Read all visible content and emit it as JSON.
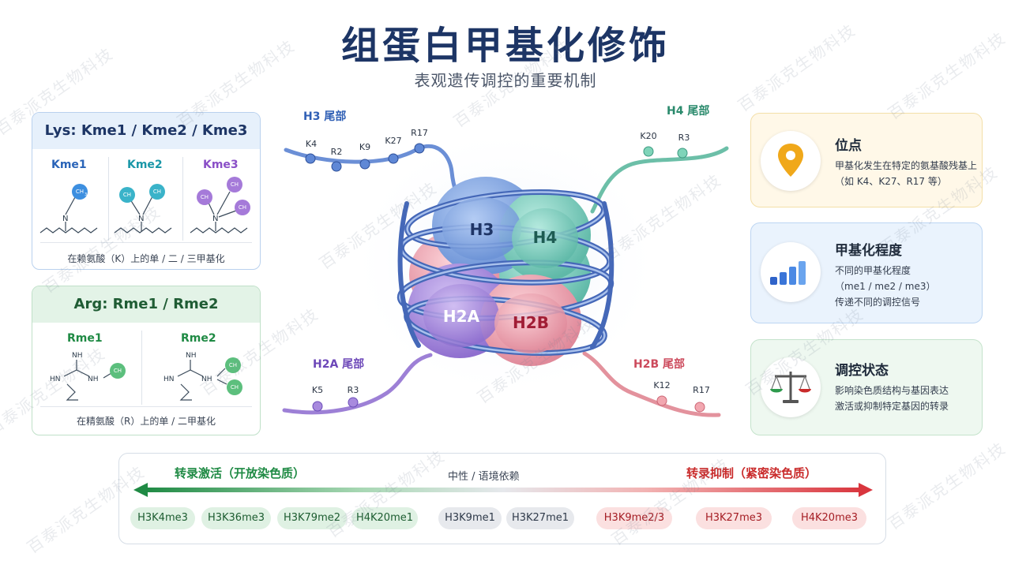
{
  "title": "组蛋白甲基化修饰",
  "subtitle": "表观遗传调控的重要机制",
  "watermark": "百泰派克生物科技",
  "lys_panel": {
    "title": "Lys: Kme1 / Kme2 / Kme3",
    "columns": [
      "Kme1",
      "Kme2",
      "Kme3"
    ],
    "group_label": "CH",
    "group_sub": "3",
    "n_label": "N",
    "caption": "在赖氨酸（K）上的单 / 二 / 三甲基化"
  },
  "arg_panel": {
    "title": "Arg: Rme1 / Rme2",
    "columns": [
      "Rme1",
      "Rme2"
    ],
    "nh_label": "NH",
    "hn_label": "HN",
    "caption": "在精氨酸（R）上的单 / 二甲基化"
  },
  "nucleosome": {
    "cores": [
      "H3",
      "H4",
      "H2A",
      "H2B"
    ],
    "tails": [
      {
        "label": "H3 尾部",
        "sites": [
          "K4",
          "R2",
          "K9",
          "K27",
          "R17"
        ]
      },
      {
        "label": "H4 尾部",
        "sites": [
          "K20",
          "R3"
        ]
      },
      {
        "label": "H2A 尾部",
        "sites": [
          "K5",
          "R3"
        ]
      },
      {
        "label": "H2B 尾部",
        "sites": [
          "K12",
          "R17"
        ]
      }
    ]
  },
  "right_cards": [
    {
      "title": "位点",
      "lines": [
        "甲基化发生在特定的氨基酸残基上",
        "（如 K4、K27、R17 等）"
      ],
      "icon": "location-pin-icon"
    },
    {
      "title": "甲基化程度",
      "lines": [
        "不同的甲基化程度",
        "（me1 / me2  / me3）",
        "传递不同的调控信号"
      ],
      "icon": "signal-bars-icon"
    },
    {
      "title": "调控状态",
      "lines": [
        "影响染色质结构与基因表达",
        "激活或抑制特定基因的转录"
      ],
      "icon": "balance-scale-icon"
    }
  ],
  "legend": {
    "activation": "转录激活（开放染色质）",
    "neutral": "中性 / 语境依赖",
    "repression": "转录抑制（紧密染色质）",
    "marks": [
      {
        "label": "H3K4me3",
        "state": "activation"
      },
      {
        "label": "H3K36me3",
        "state": "activation"
      },
      {
        "label": "H3K79me2",
        "state": "activation"
      },
      {
        "label": "H4K20me1",
        "state": "activation"
      },
      {
        "label": "H3K9me1",
        "state": "neutral"
      },
      {
        "label": "H3K27me1",
        "state": "neutral"
      },
      {
        "label": "H3K9me2/3",
        "state": "repression"
      },
      {
        "label": "H3K27me3",
        "state": "repression"
      },
      {
        "label": "H4K20me3",
        "state": "repression"
      }
    ]
  },
  "colors": {
    "h3": "#7aa1e0",
    "h4": "#7dccbd",
    "h2a": "#a78bdb",
    "h2b": "#ec9eaa",
    "dna": "#4f74c4",
    "activation": "#1f8a44",
    "repression": "#d9363e"
  }
}
